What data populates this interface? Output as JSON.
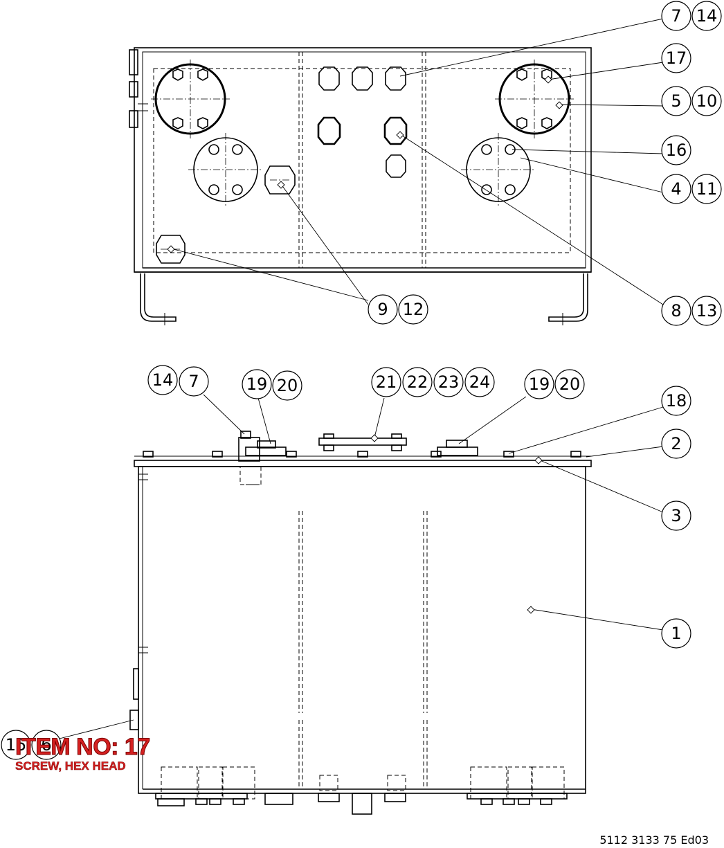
{
  "drawing": {
    "document_number": "5112 3133 75 Ed03",
    "top_view_callouts": [
      [
        "7",
        "14"
      ],
      [
        "17"
      ],
      [
        "5",
        "10"
      ],
      [
        "16"
      ],
      [
        "4",
        "11"
      ],
      [
        "8",
        "13"
      ],
      [
        "9",
        "12"
      ]
    ],
    "side_view_callouts": [
      [
        "14",
        "7"
      ],
      [
        "19",
        "20"
      ],
      [
        "21",
        "22",
        "23",
        "24"
      ],
      [
        "19",
        "20"
      ],
      [
        "18"
      ],
      [
        "2"
      ],
      [
        "3"
      ],
      [
        "1"
      ],
      [
        "15",
        "6"
      ]
    ]
  },
  "highlight": {
    "title": "ITEM NO: 17",
    "subtitle": "SCREW, HEX HEAD",
    "color": "#d42020"
  }
}
